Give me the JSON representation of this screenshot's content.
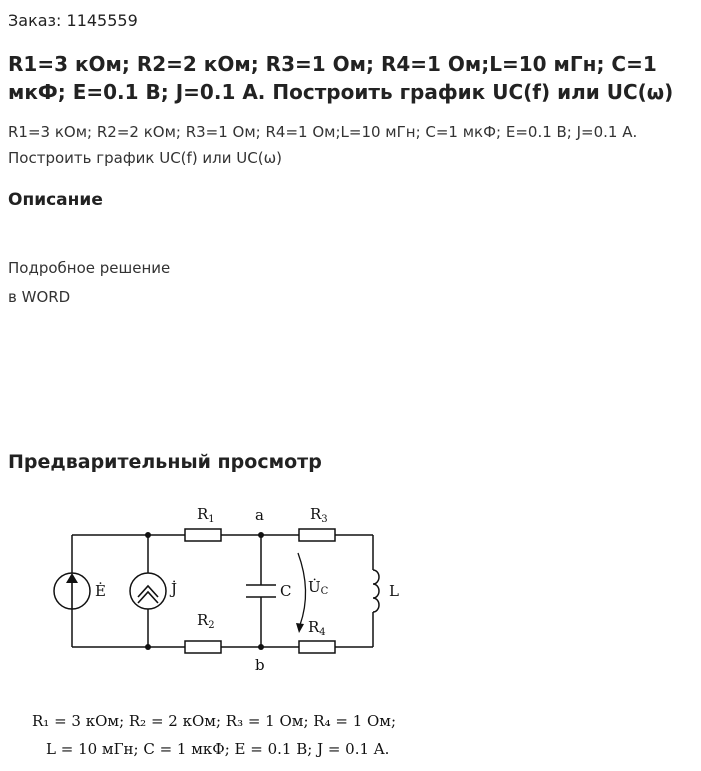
{
  "order_label": "Заказ: 1145559",
  "title": "R1=3 кОм; R2=2 кОм; R3=1 Ом; R4=1 Ом;L=10 мГн; C=1 мкФ; E=0.1 В; J=0.1 А. Построить график UC(f) или UC(ω)",
  "short_description": "R1=3 кОм; R2=2 кОм; R3=1 Ом; R4=1 Ом;L=10 мГн; C=1 мкФ; E=0.1 В; J=0.1 А. Построить график UC(f) или UC(ω)",
  "description_heading": "Описание",
  "description_lines": [
    "Подробное решение",
    "в WORD"
  ],
  "preview_heading": "Предварительный просмотр",
  "circuit": {
    "labels": {
      "R1": "R",
      "R1_sub": "1",
      "R2": "R",
      "R2_sub": "2",
      "R3": "R",
      "R3_sub": "3",
      "R4": "R",
      "R4_sub": "4",
      "node_a": "a",
      "node_b": "b",
      "C": "C",
      "L": "L",
      "E": "Ė",
      "J": "J̇",
      "UC": "U̇",
      "UC_sub": "C"
    },
    "params_line1": "R₁ = 3 кОм;  R₂ = 2 кОм;   R₃ = 1 Ом;  R₄ = 1 Ом;",
    "params_line2": "L = 10 мГн;  C = 1 мкФ;  E = 0.1 В;  J = 0.1 A."
  }
}
